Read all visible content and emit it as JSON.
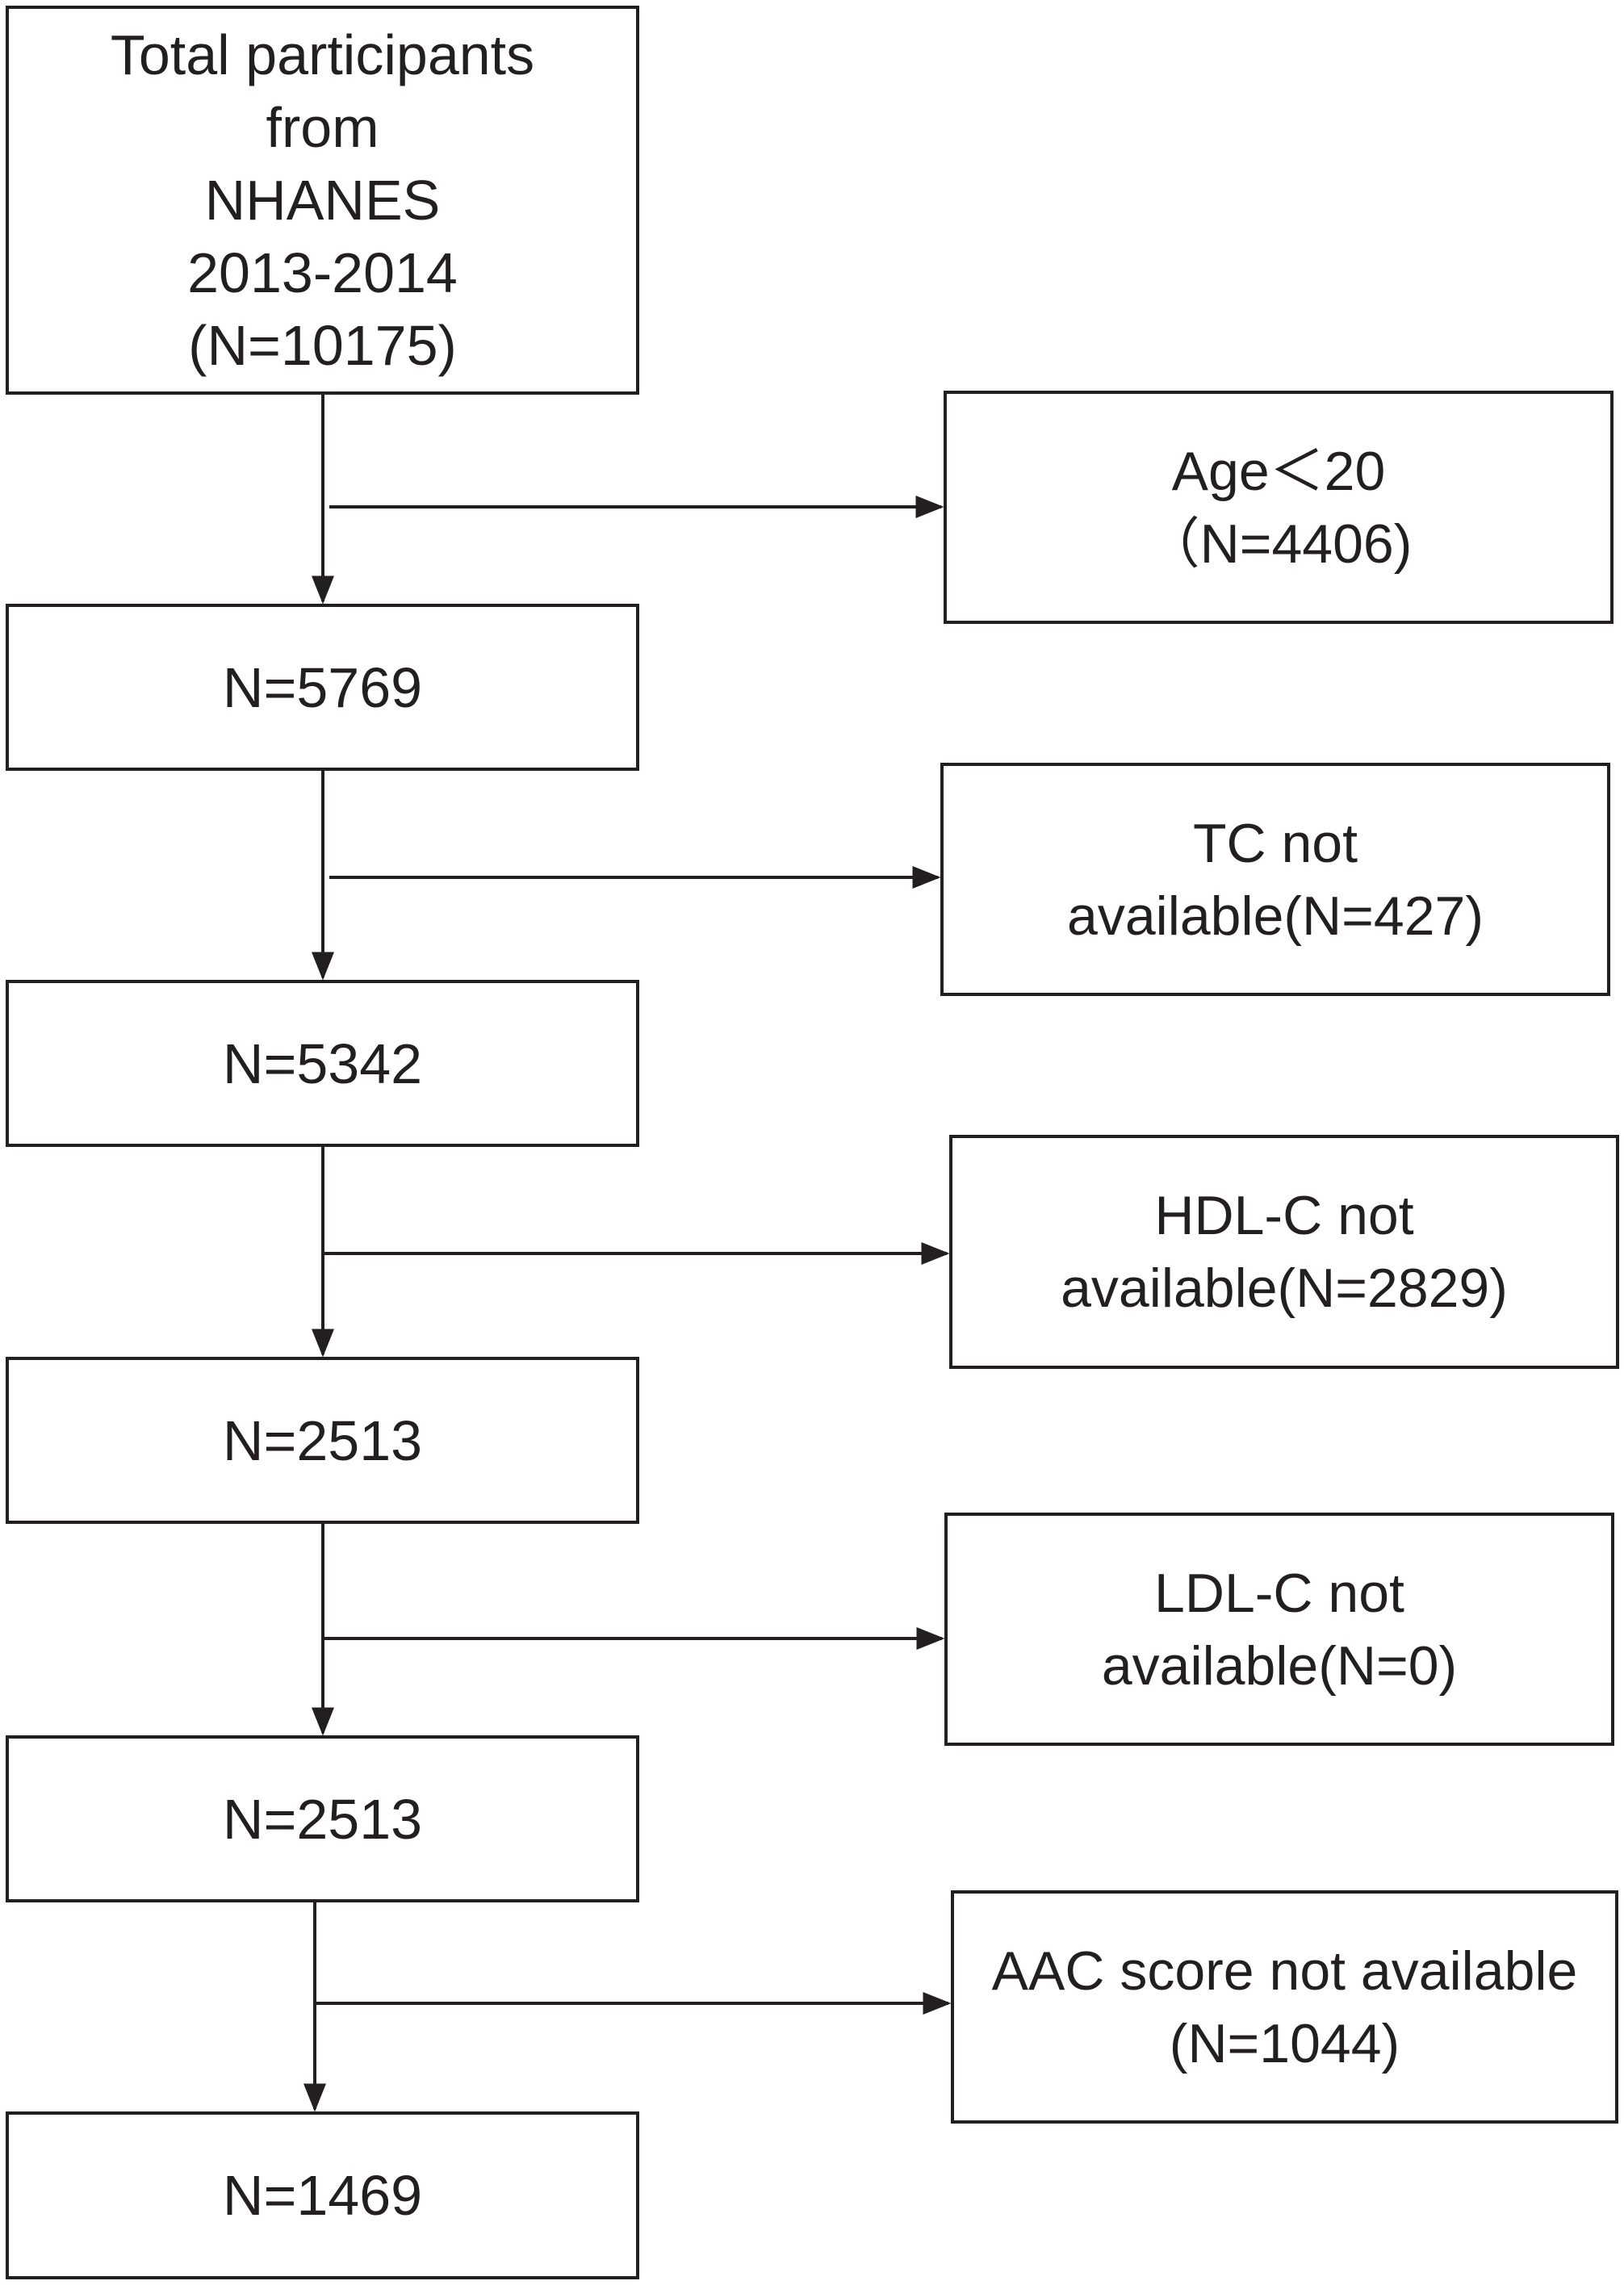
{
  "diagram": {
    "main_boxes": [
      {
        "lines": [
          "Total participants",
          "from",
          "NHANES",
          "2013-2014",
          "(N=10175)"
        ]
      },
      {
        "lines": [
          "N=5769"
        ]
      },
      {
        "lines": [
          "N=5342"
        ]
      },
      {
        "lines": [
          "N=2513"
        ]
      },
      {
        "lines": [
          "N=2513"
        ]
      },
      {
        "lines": [
          "N=1469"
        ]
      }
    ],
    "exclusion_boxes": [
      {
        "lines": [
          "Age＜20",
          "（N=4406)"
        ]
      },
      {
        "lines": [
          "TC not",
          "available(N=427)"
        ]
      },
      {
        "lines": [
          "HDL-C not",
          "available(N=2829)"
        ]
      },
      {
        "lines": [
          "LDL-C not",
          "available(N=0)"
        ]
      },
      {
        "lines": [
          "AAC score not available",
          "(N=1044)"
        ]
      }
    ],
    "line_color": "#231f20"
  }
}
